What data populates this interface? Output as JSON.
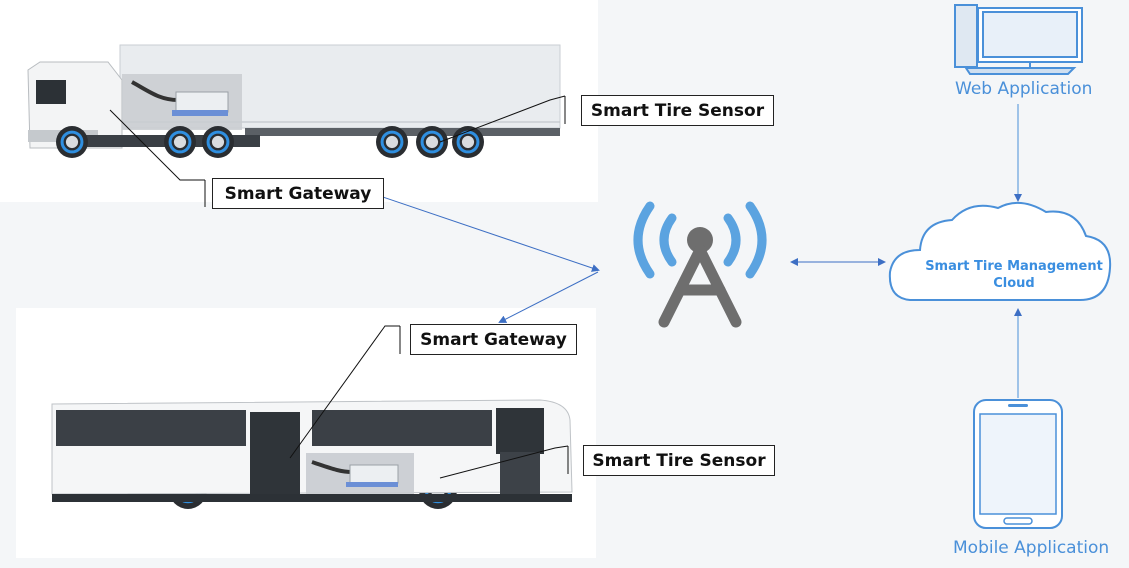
{
  "callouts": {
    "truck_sensor": "Smart Tire Sensor",
    "truck_gateway": "Smart Gateway",
    "bus_gateway": "Smart Gateway",
    "bus_sensor": "Smart Tire Sensor"
  },
  "nodes": {
    "web_app": "Web Application",
    "cloud": "Smart Tire Management Cloud",
    "mobile_app": "Mobile Application"
  },
  "colors": {
    "accent": "#4a90d9",
    "arrow": "#3d6fc4",
    "callout_border": "#222222",
    "sensor_ring": "#2f8fe0"
  }
}
